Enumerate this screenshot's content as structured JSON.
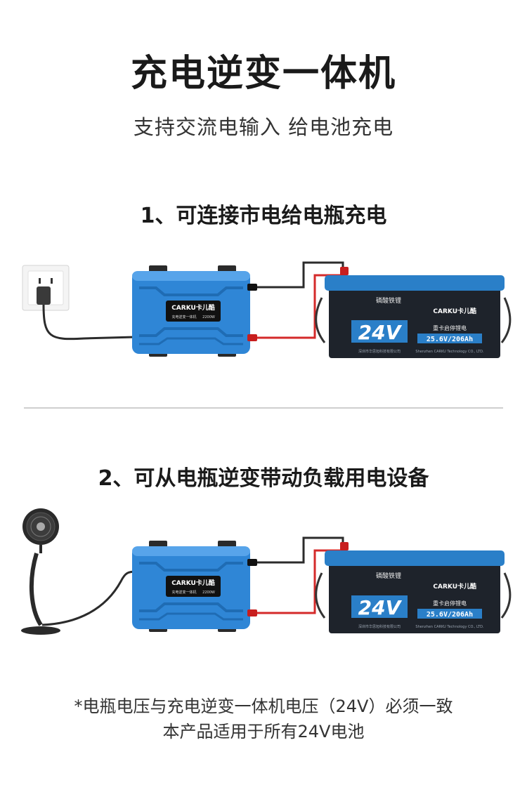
{
  "title": "充电逆变一体机",
  "subtitle": "支持交流电输入  给电池充电",
  "steps": [
    {
      "label": "1、可连接市电给电瓶充电"
    },
    {
      "label": "2、可从电瓶逆变带动负载用电设备"
    }
  ],
  "inverter": {
    "brand": "CARKU卡儿酷",
    "model_text": "充电逆变一体机",
    "power": "2200W"
  },
  "battery": {
    "brand": "CARKU卡儿酷",
    "chem": "磷酸铁锂",
    "voltage": "24V",
    "type": "重卡启停锂电",
    "spec": "25.6V/206Ah",
    "maker": "深圳市华思旭科技有限公司",
    "maker_en": "Shenzhen CARKU Technology CO., LTD."
  },
  "notes": {
    "line1": "*电瓶电压与充电逆变一体机电压（24V）必须一致",
    "line2": "本产品适用于所有24V电池"
  },
  "colors": {
    "inverter_blue": "#2f86d6",
    "battery_top": "#2a7fc8",
    "battery_body": "#1e232b",
    "wire_red": "#d42a2a",
    "wire_black": "#2b2b2b"
  }
}
